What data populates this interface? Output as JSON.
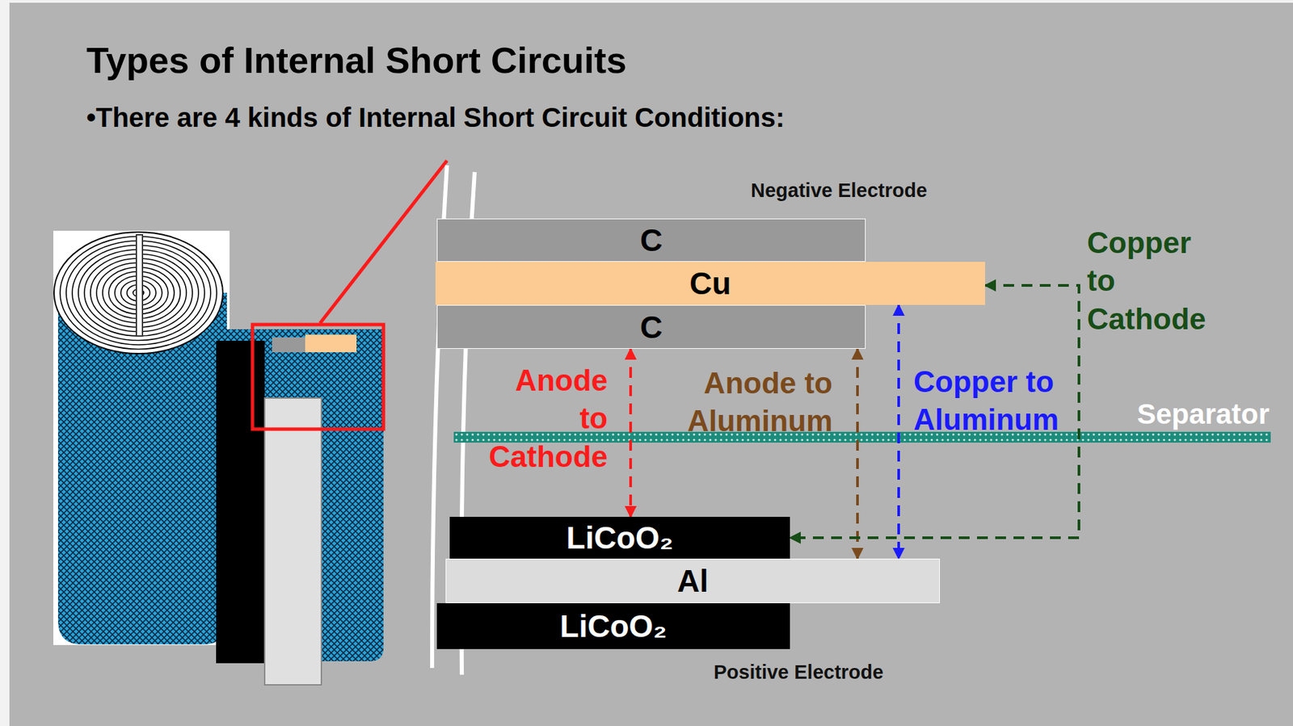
{
  "diagram": {
    "title": "Types of Internal Short Circuits",
    "nodes": [
      {
        "text": [
          "C"
        ]
      },
      {
        "text": [
          "Cu"
        ]
      },
      {
        "text": [
          "C"
        ]
      },
      {
        "text": [
          "LiCoO₂"
        ]
      },
      {
        "text": [
          "Al"
        ]
      },
      {
        "text": [
          "LiCoO₂"
        ]
      }
    ],
    "edges": [
      {
        "from": 2,
        "to": 3,
        "arrow": "both",
        "label": "Anode to Cathode"
      },
      {
        "from": 2,
        "to": 4,
        "arrow": "both",
        "label": "Anode to Aluminum"
      },
      {
        "from": 1,
        "to": 4,
        "arrow": "both",
        "label": "Copper to Aluminum"
      },
      {
        "from": 1,
        "to": 3,
        "arrow": "both",
        "label": "Copper to Cathode"
      }
    ],
    "labels": [
      "•There are 4 kinds of Internal Short Circuit Conditions:",
      "Negative Electrode",
      "Separator",
      "Positive Electrode"
    ]
  }
}
